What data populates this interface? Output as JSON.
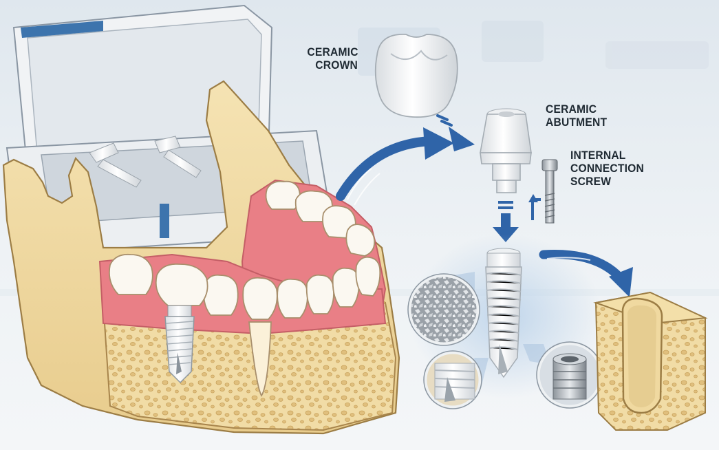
{
  "labels": {
    "crown": [
      "CERAMIC",
      "CROWN"
    ],
    "abutment": [
      "CERAMIC",
      "ABUTMENT"
    ],
    "screw": [
      "INTERNAL",
      "CONNECTION",
      "SCREW"
    ]
  },
  "colors": {
    "bone": "#f0d9a0",
    "bone_outline": "#9c7d45",
    "gum": "#e97f86",
    "tooth": "#fbf8f1",
    "ceramic": "#f2f4f6",
    "arrow": "#2f64a8",
    "background": "#e9eef2"
  }
}
